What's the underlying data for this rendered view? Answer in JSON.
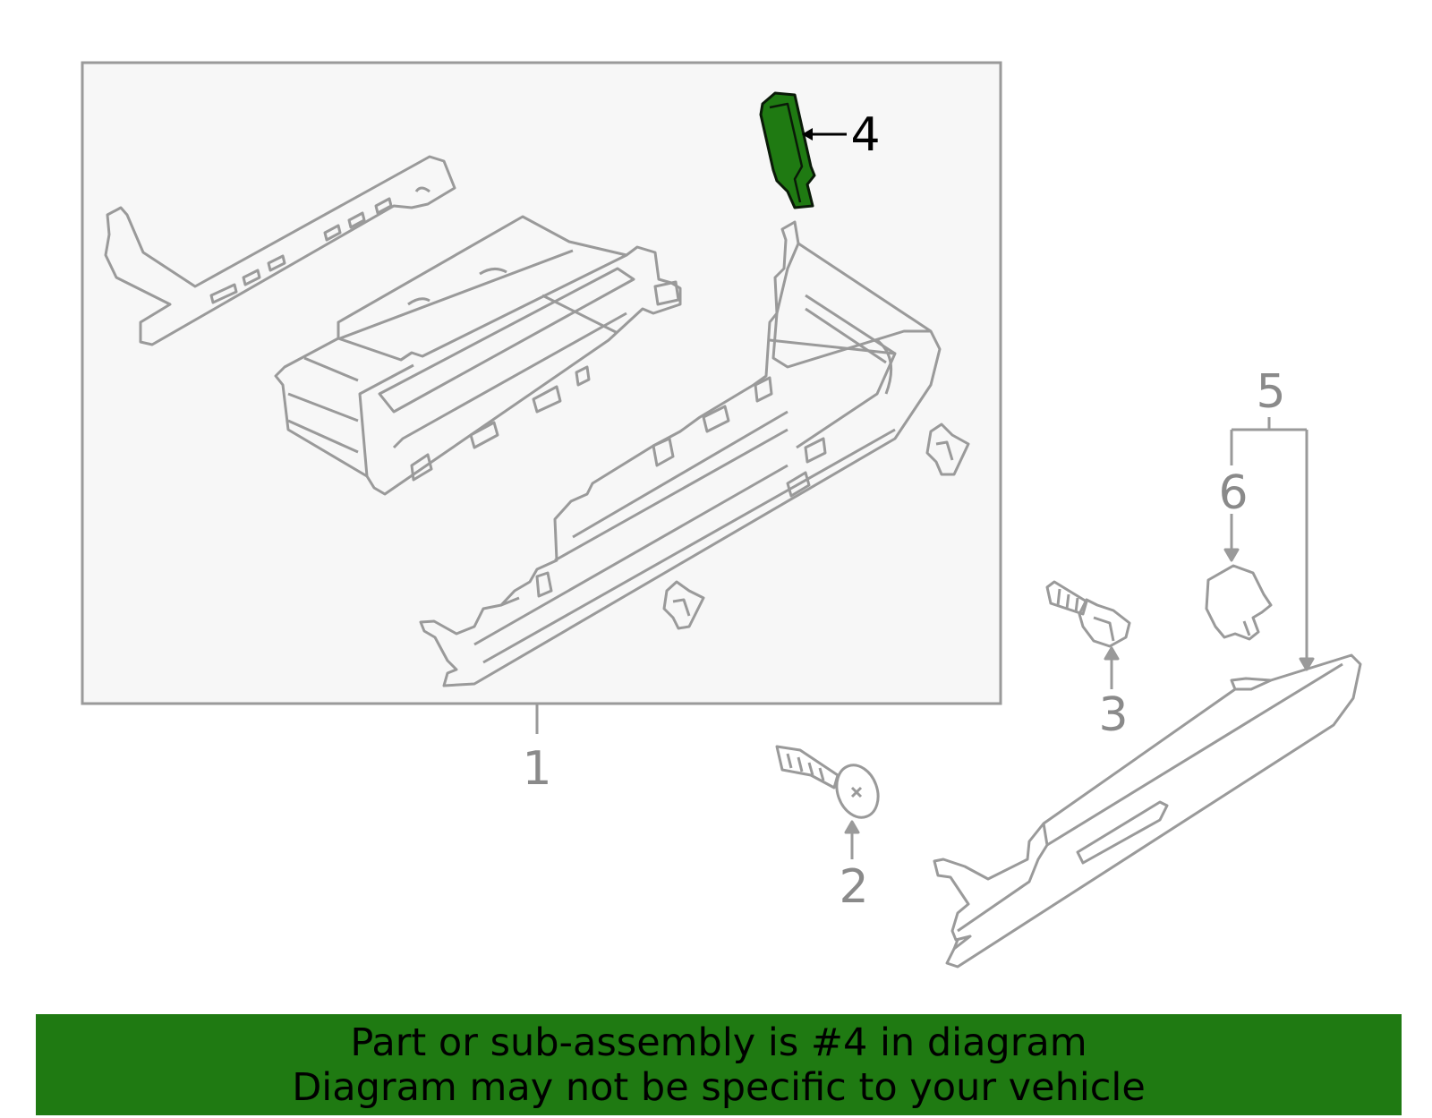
{
  "colors": {
    "line_gray": "#9a9a9a",
    "highlight_fill": "#1f7a12",
    "highlight_stroke": "#0a1a08",
    "box_fill": "#f7f7f7",
    "callout_gray": "#8a8a8a",
    "callout_black": "#000000",
    "banner_bg": "#1f7a12"
  },
  "callouts": {
    "c1": "1",
    "c2": "2",
    "c3": "3",
    "c4": "4",
    "c5": "5",
    "c6": "6"
  },
  "highlighted_part": "4",
  "caption": {
    "line1": "Part or sub-assembly is #4 in diagram",
    "line2": "Diagram may not be specific to your vehicle"
  }
}
